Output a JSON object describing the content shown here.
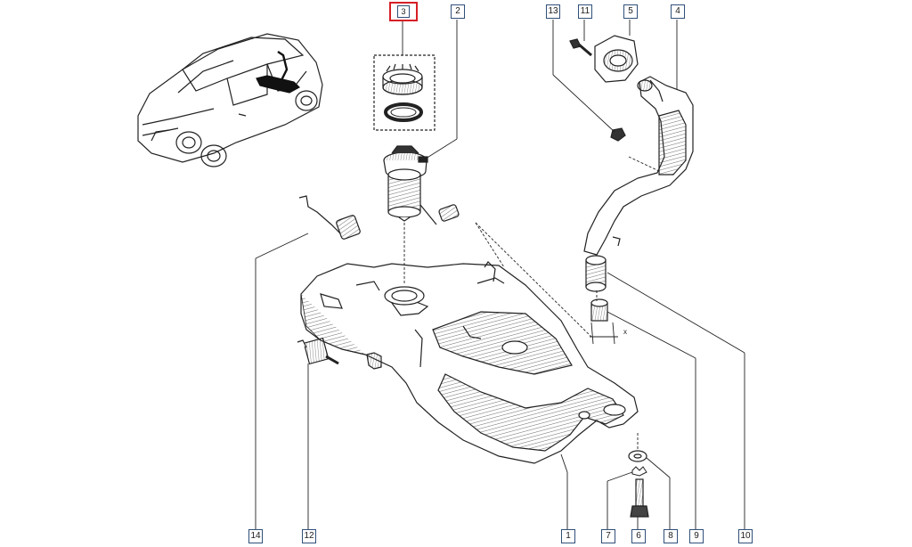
{
  "diagram": {
    "callouts": {
      "c1": "1",
      "c2": "2",
      "c3": "3",
      "c4": "4",
      "c5": "5",
      "c6": "6",
      "c7": "7",
      "c8": "8",
      "c9": "9",
      "c10": "10",
      "c11": "11",
      "c12": "12",
      "c13": "13",
      "c14": "14"
    },
    "highlighted_callout": "3",
    "dimension_label": "x",
    "colors": {
      "highlight_border": "#d61f26",
      "callout_border": "#2f4f7a",
      "line": "#222222"
    }
  }
}
